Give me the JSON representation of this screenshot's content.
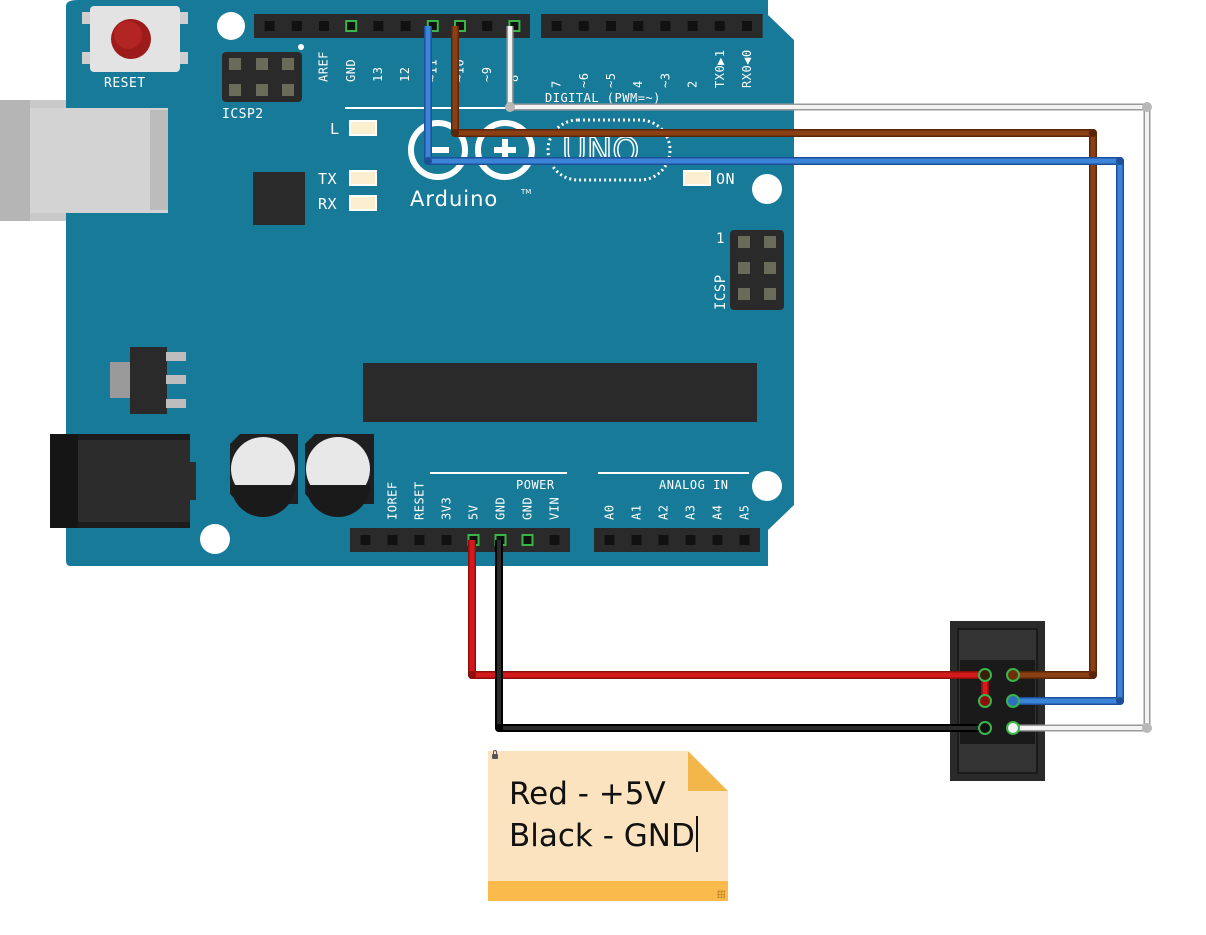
{
  "board": {
    "brand": "Arduino",
    "brand_tm": "TM",
    "model_logo": "UNO",
    "reset_label": "RESET",
    "icsp2_label": "ICSP2",
    "icsp_label": "ICSP",
    "icsp_pin1": "1",
    "led_L": "L",
    "led_TX": "TX",
    "led_RX": "RX",
    "led_ON": "ON",
    "digital_label": "DIGITAL (PWM=~)",
    "power_label": "POWER",
    "analog_label": "ANALOG IN",
    "top_header_left_pins": [
      "AREF",
      "GND",
      "13",
      "12",
      "~11",
      "~10",
      "~9",
      "8"
    ],
    "top_header_right_pins": [
      "7",
      "~6",
      "~5",
      "4",
      "~3",
      "2",
      "TX0▶1",
      "RX0◀0"
    ],
    "power_pins": [
      "",
      "IOREF",
      "RESET",
      "3V3",
      "5V",
      "GND",
      "GND",
      "VIN"
    ],
    "analog_pins": [
      "A0",
      "A1",
      "A2",
      "A3",
      "A4",
      "A5"
    ]
  },
  "wires": [
    {
      "name": "blue",
      "color": "#2f74c9",
      "from": "~11",
      "to": "connector"
    },
    {
      "name": "brown",
      "color": "#7b3510",
      "from": "~10",
      "to": "connector"
    },
    {
      "name": "white",
      "color": "#e8e8e8",
      "from": "8",
      "to": "connector"
    },
    {
      "name": "red",
      "color": "#cc1515",
      "from": "5V",
      "to": "connector"
    },
    {
      "name": "black",
      "color": "#222222",
      "from": "GND",
      "to": "connector"
    }
  ],
  "note": {
    "line1": "Red - +5V",
    "line2": "Black - GND"
  },
  "colors": {
    "board": "#177a98",
    "board_edge": "#12708c",
    "header": "#2a2a2a",
    "note_bg": "#fce3bf",
    "note_accent": "#fbbb4c"
  }
}
